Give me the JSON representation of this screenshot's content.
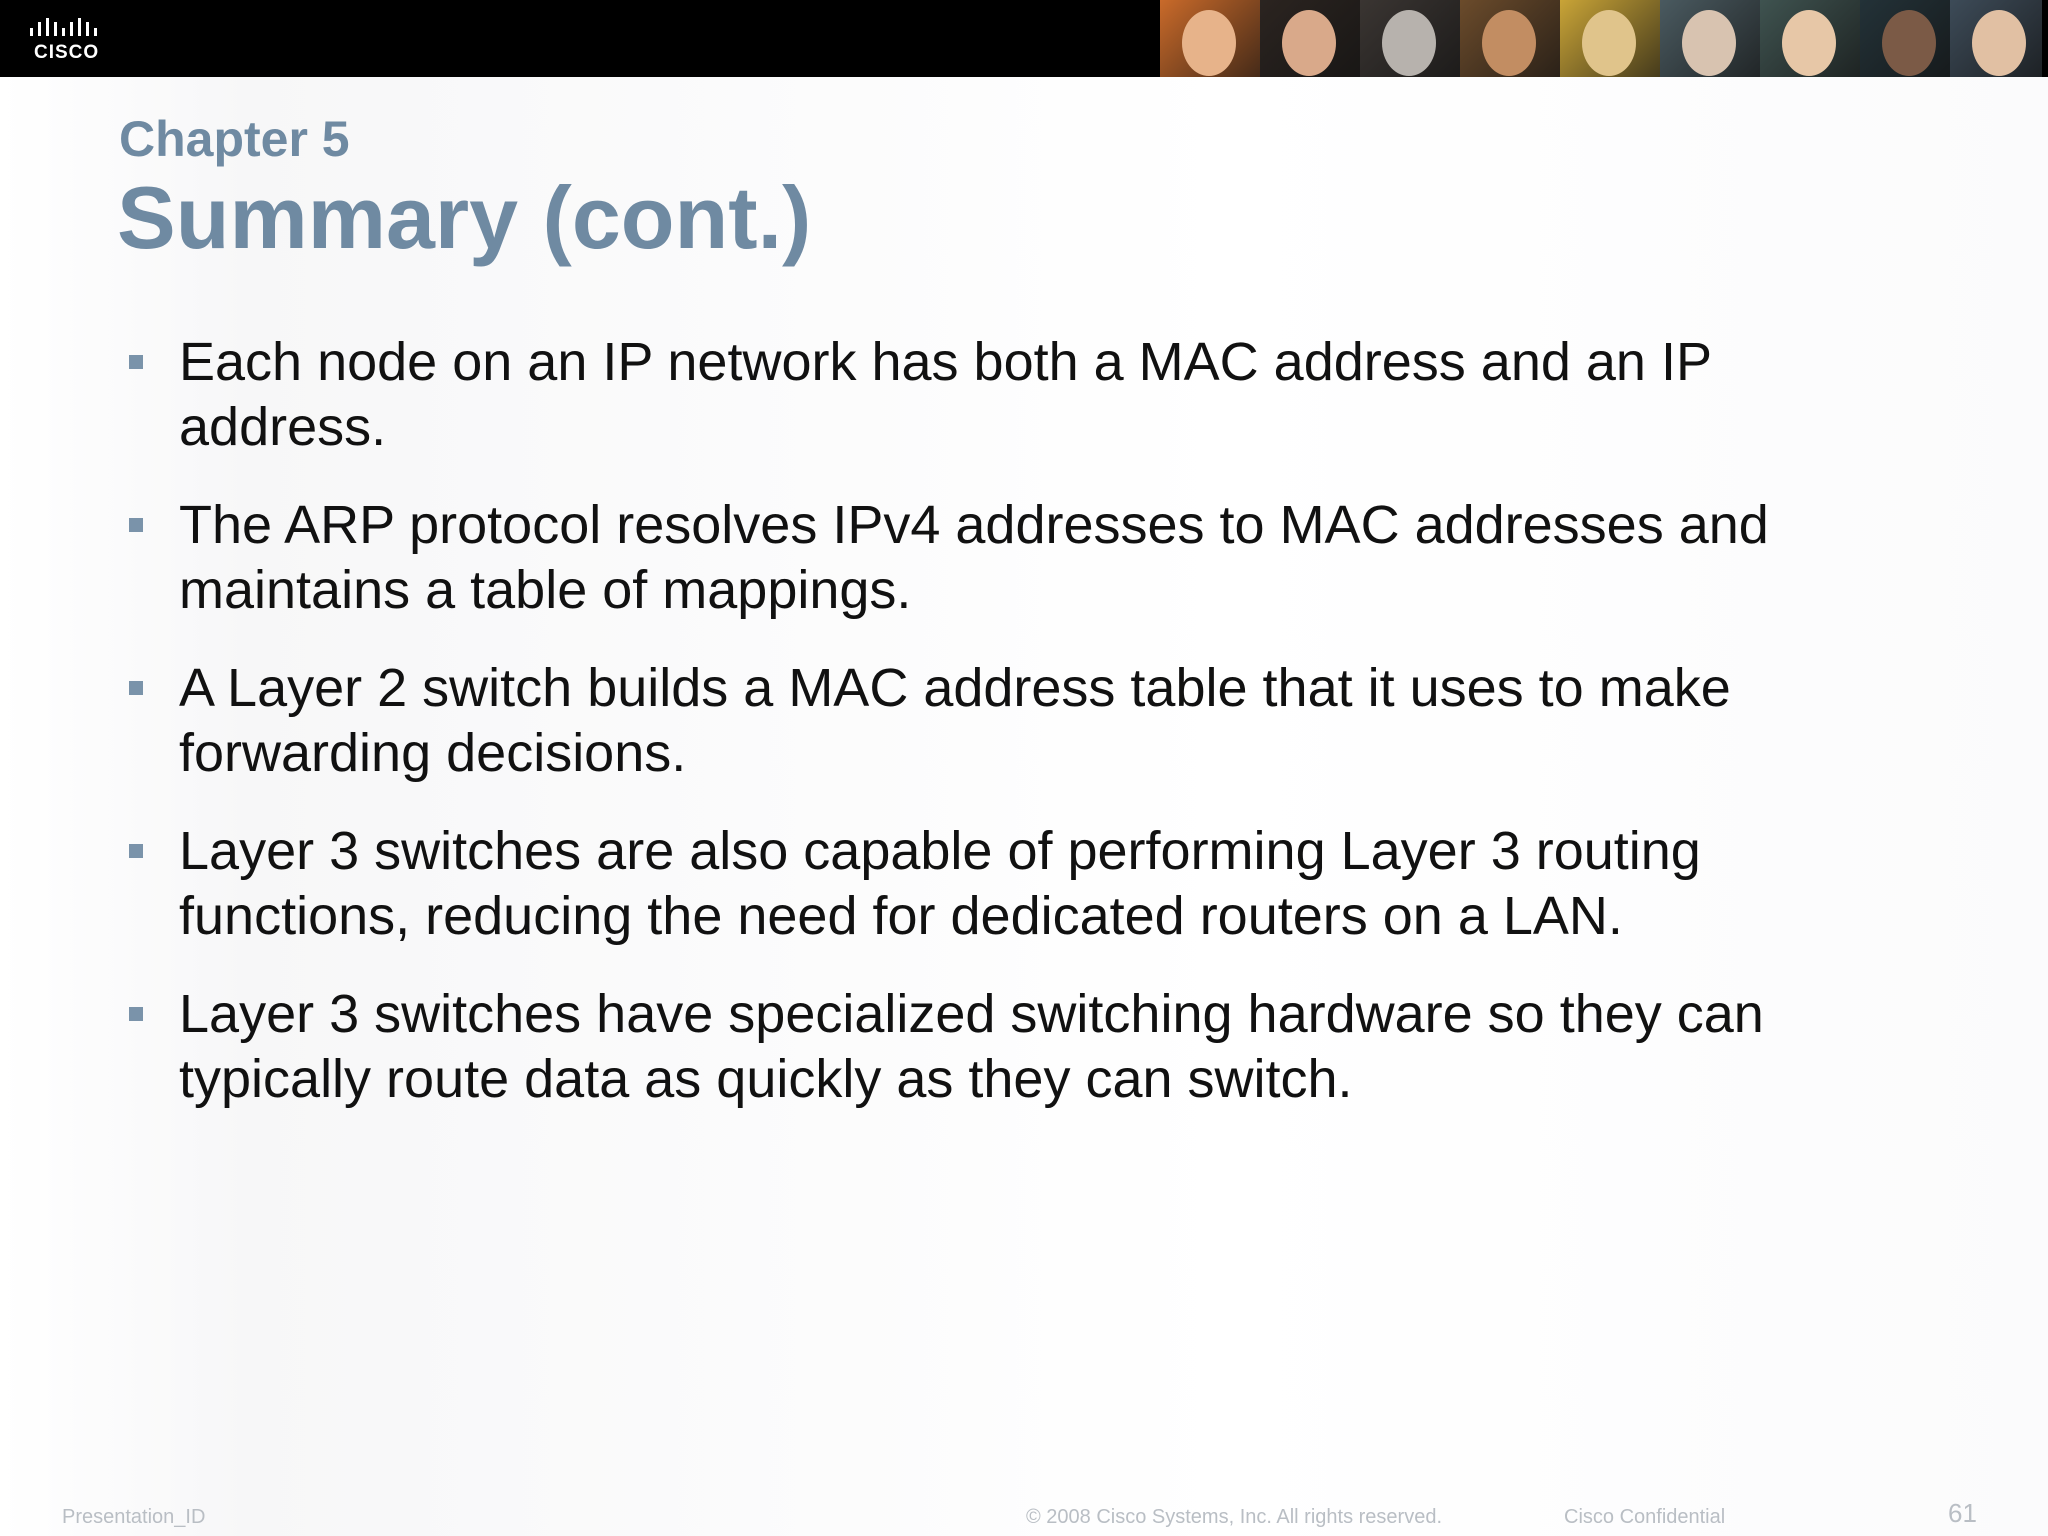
{
  "header": {
    "logo_text": "CISCO",
    "photo_tiles": [
      {
        "name": "photo-tile-1",
        "bg": "#c96a2a",
        "face": "#e7b38a"
      },
      {
        "name": "photo-tile-2",
        "bg": "#2b2420",
        "face": "#d9a98a"
      },
      {
        "name": "photo-tile-3",
        "bg": "#3a3532",
        "face": "#b7b2ad"
      },
      {
        "name": "photo-tile-4",
        "bg": "#6b4b2b",
        "face": "#c28d62"
      },
      {
        "name": "photo-tile-5",
        "bg": "#c9a437",
        "face": "#e0c48b"
      },
      {
        "name": "photo-tile-6",
        "bg": "#4a5a60",
        "face": "#d8c3b0"
      },
      {
        "name": "photo-tile-7",
        "bg": "#3f5350",
        "face": "#e7c7a7"
      },
      {
        "name": "photo-tile-8",
        "bg": "#233238",
        "face": "#7b5a46"
      },
      {
        "name": "photo-tile-9",
        "bg": "#3d4b58",
        "face": "#e1c0a3"
      }
    ]
  },
  "slide": {
    "chapter": "Chapter 5",
    "title": "Summary (cont.)",
    "bullets": [
      "Each node on an IP network has both a MAC address and an IP address.",
      "The ARP protocol resolves IPv4 addresses to MAC addresses and maintains a table of mappings.",
      "A Layer 2 switch builds a MAC address table that it uses to make forwarding decisions.",
      "Layer 3 switches are also capable of performing Layer 3 routing functions, reducing the need for dedicated routers on a LAN.",
      "Layer 3 switches have specialized switching hardware so they can typically route data as quickly as they can switch."
    ]
  },
  "footer": {
    "presentation_id": "Presentation_ID",
    "copyright": "© 2008 Cisco Systems, Inc. All rights reserved.",
    "confidential": "Cisco Confidential",
    "page_number": "61"
  },
  "colors": {
    "title": "#6f8aa2",
    "bullet_marker": "#7a93aa",
    "body_text": "#111111",
    "header_bg": "#000000",
    "footer_text": "#b9bec4"
  }
}
